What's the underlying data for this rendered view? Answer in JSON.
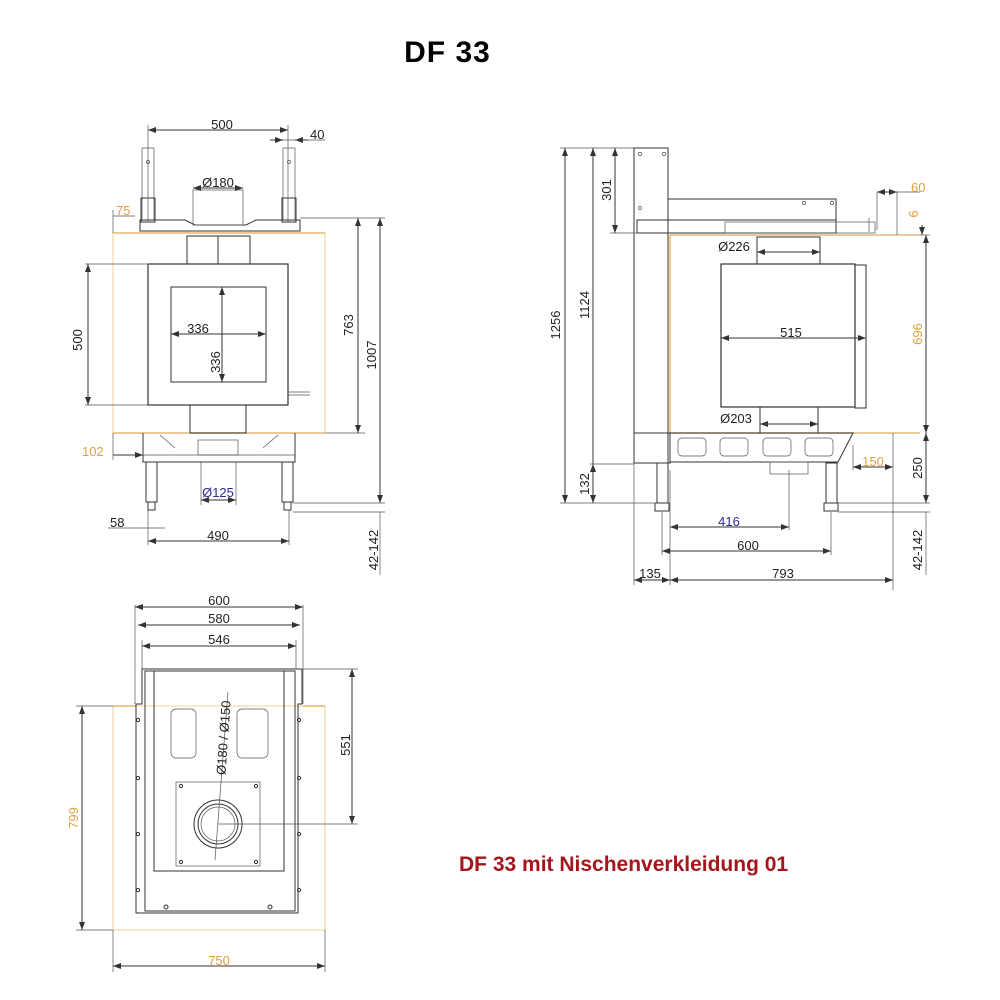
{
  "title": "DF 33",
  "subtitle": "DF 33 mit Nischenverkleidung 01",
  "colors": {
    "title": "#000000",
    "subtitle": "#a3161c",
    "dimension_default": "#222222",
    "dimension_niche": "#e0a040",
    "dimension_blue": "#2b2b8f",
    "niche_outline": "#f0d9a8"
  },
  "front_view": {
    "dims": {
      "top_width": "500",
      "post_width": "40",
      "flue_top": "Ø180",
      "niche_offset_top": "75",
      "body_height": "500",
      "glass_width": "336",
      "glass_height": "336",
      "height_763": "763",
      "height_1007": "1007",
      "niche_side": "102",
      "air_inlet": "Ø125",
      "foot_width": "58",
      "foot_spacing": "490",
      "leg_range": "42-142"
    }
  },
  "side_view": {
    "dims": {
      "total_height": "1256",
      "height_1124": "1124",
      "top_301": "301",
      "niche_60": "60",
      "niche_6": "6",
      "flue_top": "Ø226",
      "body_width": "515",
      "niche_height": "696",
      "flue_bottom": "Ø203",
      "base_132": "132",
      "niche_150": "150",
      "base_250": "250",
      "inlet_offset": "416",
      "foot_spacing": "600",
      "leg_range": "42-142",
      "rear_135": "135",
      "depth_793": "793"
    }
  },
  "top_view": {
    "dims": {
      "width_600": "600",
      "width_580": "580",
      "width_546": "546",
      "flue": "Ø180 / Ø150",
      "depth_551": "551",
      "niche_depth": "799",
      "niche_width": "750"
    }
  }
}
